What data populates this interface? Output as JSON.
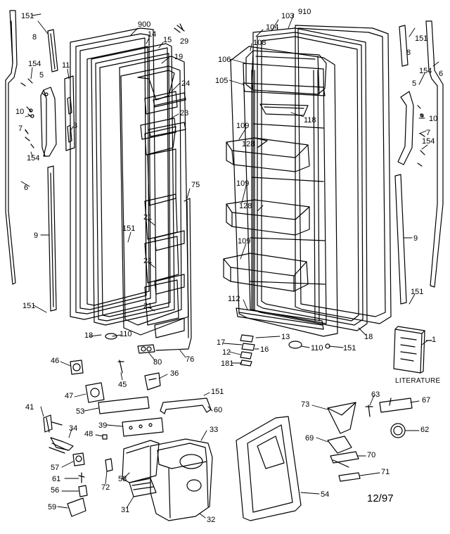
{
  "diagram": {
    "literature_label": "LITERATURE",
    "date_code": "12/97",
    "part_numbers": [
      "151",
      "8",
      "900",
      "14",
      "15",
      "29",
      "19",
      "154",
      "5",
      "11",
      "24",
      "10",
      "3",
      "7",
      "23",
      "154",
      "6",
      "75",
      "9",
      "151",
      "21",
      "21",
      "21",
      "151",
      "18",
      "110",
      "80",
      "76",
      "910",
      "103",
      "104",
      "108",
      "151",
      "8",
      "106",
      "6",
      "105",
      "154",
      "5",
      "118",
      "10",
      "109",
      "128",
      "7",
      "154",
      "109",
      "128",
      "109",
      "9",
      "112",
      "151",
      "18",
      "13",
      "17",
      "16",
      "12",
      "110",
      "151",
      "181",
      "1",
      "46",
      "45",
      "36",
      "47",
      "151",
      "41",
      "53",
      "60",
      "39",
      "34",
      "48",
      "33",
      "57",
      "61",
      "72",
      "58",
      "56",
      "59",
      "31",
      "32",
      "73",
      "63",
      "67",
      "62",
      "69",
      "70",
      "71",
      "54"
    ]
  }
}
